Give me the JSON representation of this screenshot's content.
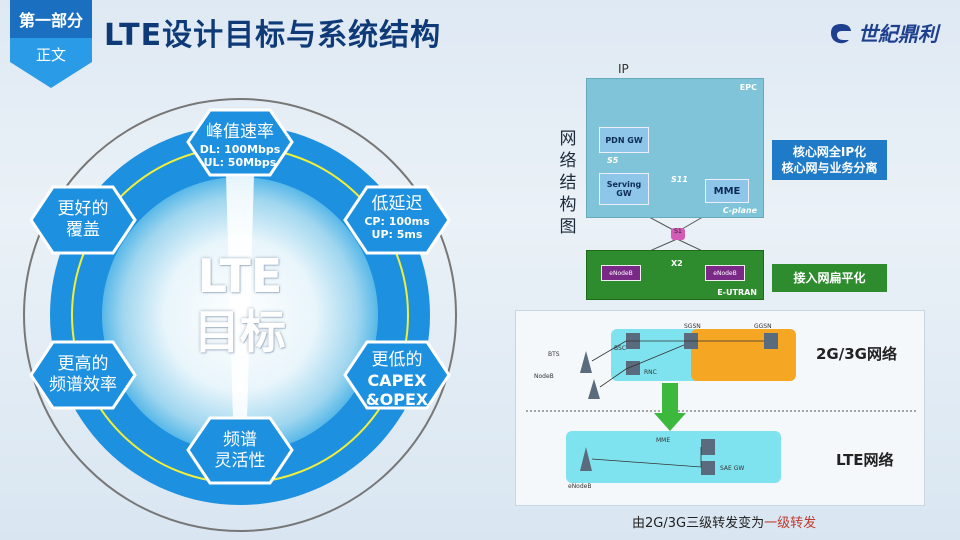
{
  "header": {
    "section": "第一部分",
    "subsection": "正文",
    "title": "LTE设计目标与系统结构",
    "logo_text": "世紀鼎利"
  },
  "goals_wheel": {
    "center": [
      "LTE",
      "目标"
    ],
    "items": [
      {
        "title": "峰值速率",
        "details": [
          "DL: 100Mbps",
          "UL: 50Mbps"
        ]
      },
      {
        "title": "低延迟",
        "details": [
          "CP: 100ms",
          "UP: 5ms"
        ]
      },
      {
        "title": "更低的",
        "details": [
          "CAPEX",
          "&OPEX"
        ]
      },
      {
        "title": "频谱",
        "details": [
          "灵活性"
        ]
      },
      {
        "title": "更高的",
        "details": [
          "频谱效率"
        ]
      },
      {
        "title": "更好的",
        "details": [
          "覆盖"
        ]
      }
    ]
  },
  "network": {
    "vertical_label": "网络结构图",
    "ip": "IP",
    "epc": "EPC",
    "cplane": "C-plane",
    "pdn_gw": "PDN GW",
    "s5": "S5",
    "s11": "S11",
    "serving_gw": [
      "Serving",
      "GW"
    ],
    "mme": "MME",
    "s1": "S1",
    "x2": "X2",
    "enodeb": "eNodeB",
    "eutran": "E-UTRAN",
    "core_tag": [
      "核心网全IP化",
      "核心网与业务分离"
    ],
    "access_tag": "接入网扁平化"
  },
  "comparison": {
    "label_23g": "2G/3G网络",
    "label_lte": "LTE网络",
    "sgsn": "SGSN",
    "ggsn": "GGSN",
    "bts": "BTS",
    "nodeb": "NodeB",
    "bsc": "BSC",
    "rnc": "RNC",
    "mme": "MME",
    "sae_gw": "SAE GW",
    "enodeb": "eNodeB",
    "caption_prefix": "由2G/3G三级转发变为",
    "caption_highlight": "一级转发"
  },
  "colors": {
    "hex_blue": "#1e90e0",
    "title_navy": "#0e3a78",
    "epc_teal": "#7fc4d8",
    "eutran_green": "#2e8b2e",
    "core_tag_blue": "#1f7ac8"
  }
}
